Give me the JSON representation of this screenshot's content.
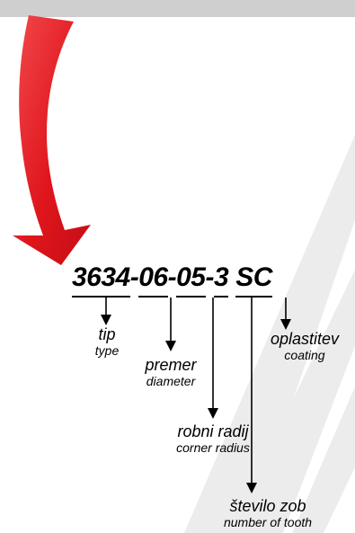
{
  "code": {
    "tip": "3634",
    "sep1": "-",
    "premer": "06",
    "sep2": "-",
    "radij": "05",
    "sep3": "-",
    "zob": "3",
    "oplastitev": "SC"
  },
  "labels": {
    "tip": {
      "sl": "tip",
      "en": "type"
    },
    "premer": {
      "sl": "premer",
      "en": "diameter"
    },
    "radij": {
      "sl": "robni radij",
      "en": "corner radius"
    },
    "zob": {
      "sl": "število zob",
      "en": "number of tooth"
    },
    "oplastitev": {
      "sl": "oplastitev",
      "en": "coating"
    }
  },
  "colors": {
    "top_bar": "#cfcfcf",
    "pointer_arrow": "#e0161d",
    "watermark_stripes": "#ececec",
    "text": "#000000"
  }
}
